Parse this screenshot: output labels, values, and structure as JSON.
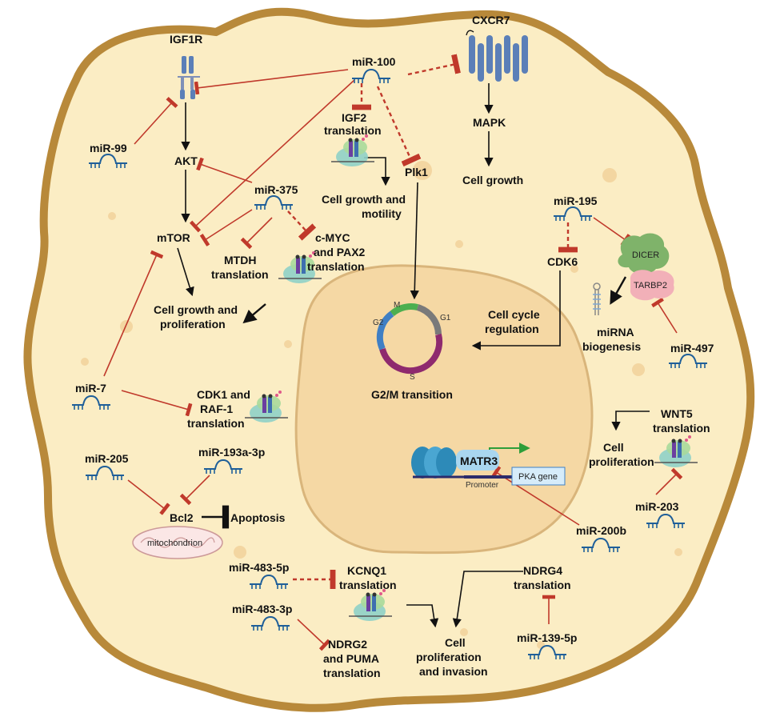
{
  "colors": {
    "cell_fill": "#fbedc4",
    "cell_border": "#b8893a",
    "nucleus_fill": "#f5d8a4",
    "nucleus_border": "#d9b57b",
    "inhibit": "#c0392b",
    "activate": "#111111",
    "mirna": "#1f5f99",
    "receptor": "#5b7fb8"
  },
  "receptors": {
    "igf1r": "IGF1R",
    "cxcr7": "CXCR7"
  },
  "nodes": {
    "akt": "AKT",
    "mtor": "mTOR",
    "mapk": "MAPK",
    "cell_growth": "Cell growth",
    "igf2_l1": "IGF2",
    "igf2_l2": "translation",
    "growth_motility_l1": "Cell growth and",
    "growth_motility_l2": "motility",
    "plk1": "Plk1",
    "cmyc_l1": "c-MYC",
    "cmyc_l2": "and PAX2",
    "cmyc_l3": "translation",
    "mtdh_l1": "MTDH",
    "mtdh_l2": "translation",
    "growth_prolif_l1": "Cell growth and",
    "growth_prolif_l2": "proliferation",
    "cdk6": "CDK6",
    "cell_cycle_l1": "Cell cycle",
    "cell_cycle_l2": "regulation",
    "dicer": "DICER",
    "tarbp2": "TARBP2",
    "mirna_bio_l1": "miRNA",
    "mirna_bio_l2": "biogenesis",
    "g2m": "G2/M transition",
    "cdk1_l1": "CDK1 and",
    "cdk1_l2": "RAF-1",
    "cdk1_l3": "translation",
    "wnt5_l1": "WNT5",
    "wnt5_l2": "translation",
    "cell_prolif_l1": "Cell",
    "cell_prolif_l2": "proliferation",
    "matr3": "MATR3",
    "promoter": "Promoter",
    "pka_gene": "PKA gene",
    "bcl2": "Bcl2",
    "apoptosis": "Apoptosis",
    "mitochondrion": "mitochondrion",
    "kcnq1_l1": "KCNQ1",
    "kcnq1_l2": "translation",
    "ndrg4_l1": "NDRG4",
    "ndrg4_l2": "translation",
    "ndrg2_l1": "NDRG2",
    "ndrg2_l2": "and PUMA",
    "ndrg2_l3": "translation",
    "prolif_inv_l1": "Cell",
    "prolif_inv_l2": "proliferation",
    "prolif_inv_l3": "and invasion"
  },
  "cell_cycle_phases": {
    "m": "M",
    "g1": "G1",
    "g2": "G2",
    "s": "S",
    "m_color": "#4caf50",
    "g1_color": "#7a7a7a",
    "g2_color": "#3f7fc4",
    "s_color": "#8e2a6e"
  },
  "mirnas": {
    "mir100": "miR-100",
    "mir99": "miR-99",
    "mir375": "miR-375",
    "mir195": "miR-195",
    "mir497": "miR-497",
    "mir7": "miR-7",
    "mir205": "miR-205",
    "mir193a": "miR-193a-3p",
    "mir203": "miR-203",
    "mir200b": "miR-200b",
    "mir483_5p": "miR-483-5p",
    "mir483_3p": "miR-483-3p",
    "mir139": "miR-139-5p"
  }
}
